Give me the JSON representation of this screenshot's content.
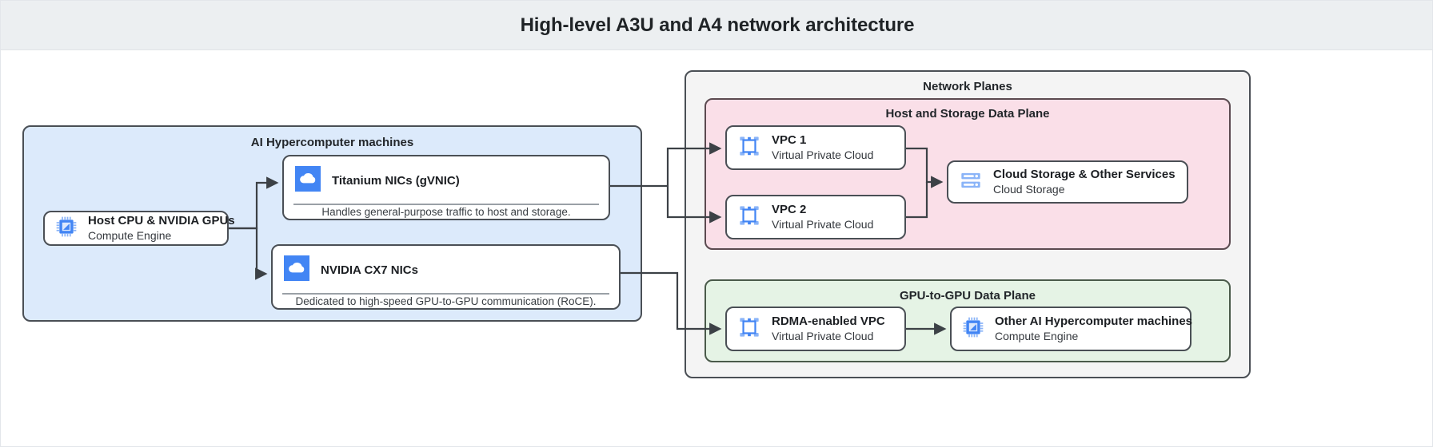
{
  "header": {
    "title": "High-level A3U and A4 network architecture",
    "background": "#eceff1"
  },
  "palette": {
    "machines_panel": "#dceafb",
    "network_planes_panel": "#f4f4f4",
    "host_storage_plane": "#fadfe8",
    "gpu_plane": "#e5f3e5",
    "card_background": "#ffffff",
    "stroke": "#4a4f55",
    "icon_blue": "#4285f4",
    "icon_blue_light": "#8ab4f8"
  },
  "machines_group": {
    "title": "AI Hypercomputer machines",
    "host": {
      "title": "Host CPU & NVIDIA GPUs",
      "subtitle": "Compute Engine",
      "icon": "cpu-chip-icon"
    },
    "nics": [
      {
        "title": "Titanium NICs (gVNIC)",
        "caption": "Handles general-purpose traffic to host and storage.",
        "icon": "cloud-icon"
      },
      {
        "title": "NVIDIA CX7 NICs",
        "caption": "Dedicated to high-speed GPU-to-GPU communication (RoCE).",
        "icon": "cloud-icon"
      }
    ]
  },
  "network_planes": {
    "title": "Network Planes",
    "host_storage_plane": {
      "title": "Host and Storage Data Plane",
      "vpcs": [
        {
          "title": "VPC 1",
          "subtitle": "Virtual Private Cloud",
          "icon": "vpc-icon"
        },
        {
          "title": "VPC 2",
          "subtitle": "Virtual Private Cloud",
          "icon": "vpc-icon"
        }
      ],
      "storage": {
        "title": "Cloud Storage & Other Services",
        "subtitle": "Cloud Storage",
        "icon": "cloud-storage-icon"
      }
    },
    "gpu_plane": {
      "title": "GPU-to-GPU Data Plane",
      "rdma_vpc": {
        "title": "RDMA-enabled VPC",
        "subtitle": "Virtual Private Cloud",
        "icon": "vpc-icon"
      },
      "other_machines": {
        "title": "Other AI Hypercomputer machines",
        "subtitle": "Compute Engine",
        "icon": "cpu-chip-icon"
      }
    }
  }
}
